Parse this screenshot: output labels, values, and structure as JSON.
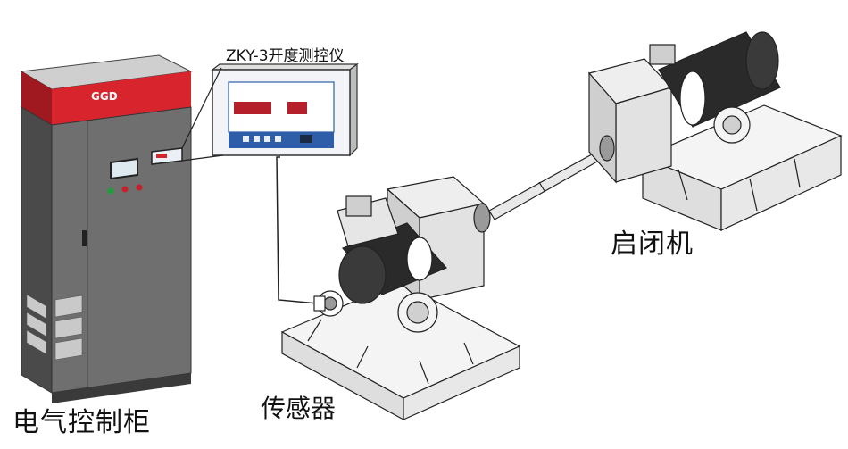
{
  "labels": {
    "cabinet": "电气控制柜",
    "meter": "ZKY-3开度测控仪",
    "sensor": "传感器",
    "hoist": "启闭机"
  },
  "cabinet": {
    "badge": "GGD",
    "accent": "#d8242c",
    "body_color": "#6f6f6f"
  },
  "colors": {
    "line": "#222222",
    "machine_fill": "#f4f4f4",
    "motor_dark": "#2a2a2a"
  }
}
